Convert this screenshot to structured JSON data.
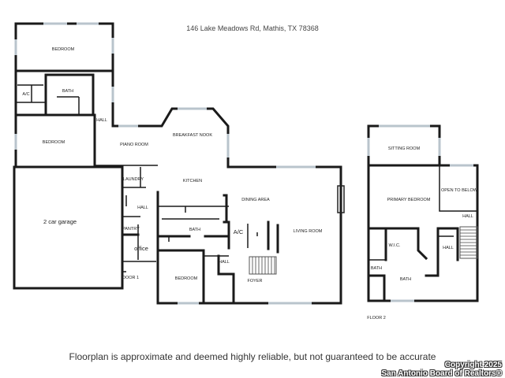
{
  "address": "146 Lake Meadows Rd, Mathis, TX 78368",
  "rooms": {
    "bedroom_top": "BEDROOM",
    "ac_top": "A/C",
    "bath_top": "BATH",
    "hall_top": "HALL",
    "bedroom_mid": "BEDROOM",
    "piano_room": "PIANO ROOM",
    "breakfast_nook": "BREAKFAST NOOK",
    "laundry": "LAUNDRY",
    "kitchen": "KITCHEN",
    "garage": "2 car garage",
    "hall_mid": "HALL",
    "dining_area": "DINING AREA",
    "pantry": "PANTRY",
    "bath_mid": "BATH",
    "ac_mid": "A/C",
    "living_room": "LIVING ROOM",
    "office": "office",
    "hall_low": "HALL",
    "door": "DOOR 1",
    "bedroom_low": "BEDROOM",
    "foyer": "FOYER",
    "sitting_room": "SITTING ROOM",
    "open_to_below": "OPEN TO BELOW",
    "primary_bedroom": "PRIMARY BEDROOM",
    "hall_f2": "HALL",
    "wic": "W.I.C.",
    "hall_f2_low": "HALL",
    "bath_f2_small": "BATH",
    "bath_f2": "BATH",
    "floor2": "FLOOR 2"
  },
  "disclaimer": "Floorplan is approximate and deemed highly reliable, but not guaranteed to be accurate",
  "copyright_line1": "Copyright 2025",
  "copyright_line2": "San Antonio Board of Realtors®",
  "colors": {
    "wall": "#1a1a1a",
    "window": "#b9c4cc",
    "background": "#ffffff"
  }
}
